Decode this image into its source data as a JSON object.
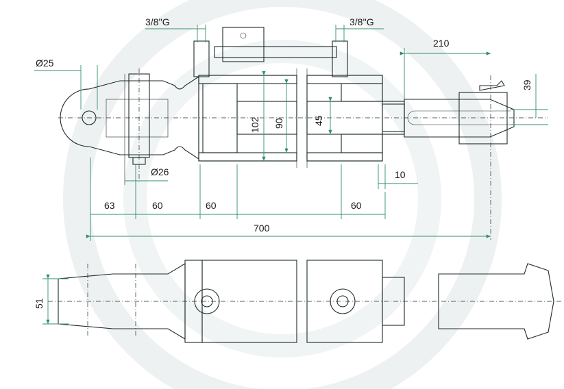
{
  "colors": {
    "body_fill": "#5f8584",
    "body_fill_light": "#86a8a6",
    "body_fill_dark": "#46706f",
    "dimension_line": "#2f8f6a",
    "outline": "#1d2a2a",
    "watermark": "#eef1f1"
  },
  "labels": {
    "dia_25": "Ø25",
    "port_left": "3/8''G",
    "port_right": "3/8''G",
    "len_210": "210",
    "len_39": "39",
    "dia_102": "102",
    "dia_90": "90",
    "dia_45": "45",
    "dia_26": "Ø26",
    "len_10": "10",
    "len_63": "63",
    "len_60_a": "60",
    "len_60_b": "60",
    "len_60_c": "60",
    "len_700": "700",
    "len_51": "51"
  }
}
